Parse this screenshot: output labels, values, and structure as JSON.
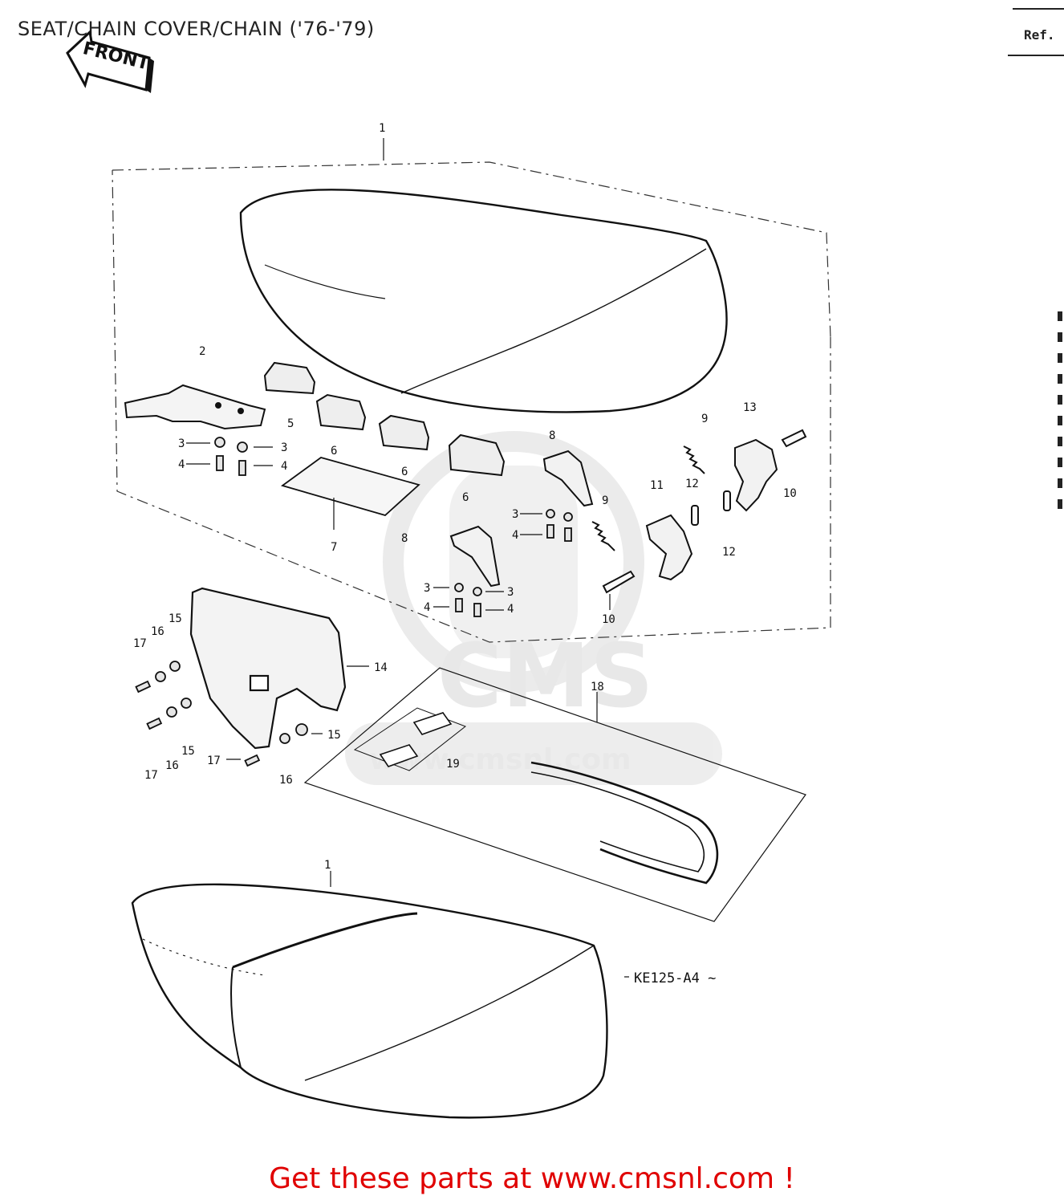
{
  "header": {
    "title": "SEAT/CHAIN COVER/CHAIN ('76-'79)",
    "ref_label": "Ref."
  },
  "front_arrow": {
    "text": "FRONT"
  },
  "watermark": {
    "text": "CMS",
    "subtext": "www.cmsnl.com"
  },
  "callouts": {
    "c1_top": "1",
    "c2": "2",
    "c3a": "3",
    "c3b": "3",
    "c4a": "4",
    "c4b": "4",
    "c5": "5",
    "c6a": "6",
    "c6b": "6",
    "c6c": "6",
    "c7": "7",
    "c3c": "3",
    "c4c": "4",
    "c8a": "8",
    "c8b": "8",
    "c9a": "9",
    "c9b": "9",
    "c13": "13",
    "c10a": "10",
    "c11": "11",
    "c12a": "12",
    "c12b": "12",
    "c3d": "3",
    "c3e": "3",
    "c4d": "4",
    "c4e": "4",
    "c10b": "10",
    "c15a": "15",
    "c16a": "16",
    "c17a": "17",
    "c14": "14",
    "c18": "18",
    "c15b": "15",
    "c16b": "16",
    "c17b": "17",
    "c15c": "15",
    "c16c": "16",
    "c17c": "17",
    "c19": "19",
    "c1_bottom": "1"
  },
  "model_code": "KE125-A4 ~",
  "footer": {
    "text": "Get these parts at www.cmsnl.com !",
    "color": "#e00000"
  }
}
